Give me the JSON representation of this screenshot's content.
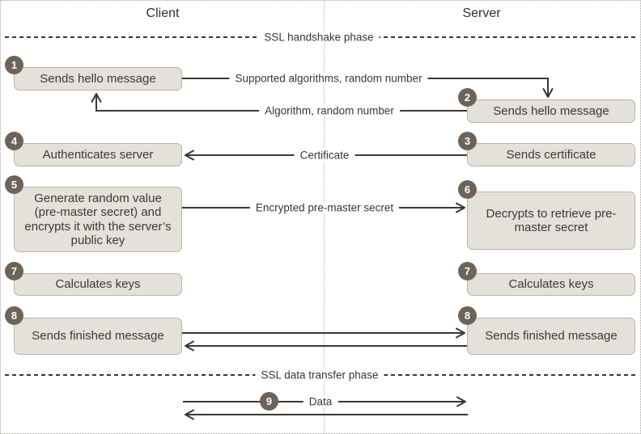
{
  "header": {
    "client": "Client",
    "server": "Server"
  },
  "phases": {
    "handshake": "SSL handshake phase",
    "data_transfer": "SSL data transfer phase"
  },
  "steps": {
    "s1": {
      "num": "1",
      "label": "Sends hello message"
    },
    "s2": {
      "num": "2",
      "label": "Sends hello message"
    },
    "s3": {
      "num": "3",
      "label": "Sends certificate"
    },
    "s4": {
      "num": "4",
      "label": "Authenticates server"
    },
    "s5": {
      "num": "5",
      "label": "Generate random value (pre-master secret) and encrypts it with the server’s public key"
    },
    "s6": {
      "num": "6",
      "label": "Decrypts to retrieve pre-master secret"
    },
    "s7_client": {
      "num": "7",
      "label": "Calculates keys"
    },
    "s7_server": {
      "num": "7",
      "label": "Calculates keys"
    },
    "s8_client": {
      "num": "8",
      "label": "Sends finished message"
    },
    "s8_server": {
      "num": "8",
      "label": "Sends finished message"
    },
    "s9": {
      "num": "9",
      "label": "Data"
    }
  },
  "messages": {
    "supported_algorithms": "Supported algorithms, random number",
    "algorithm": "Algorithm, random number",
    "certificate": "Certificate",
    "encrypted_premaster": "Encrypted pre-master secret"
  },
  "colors": {
    "box_fill": "#e4e1da",
    "box_border": "#b9b4ab",
    "badge": "#6e6358",
    "arrow": "#3b3733",
    "dotted_guides": "#b5b2ae"
  }
}
